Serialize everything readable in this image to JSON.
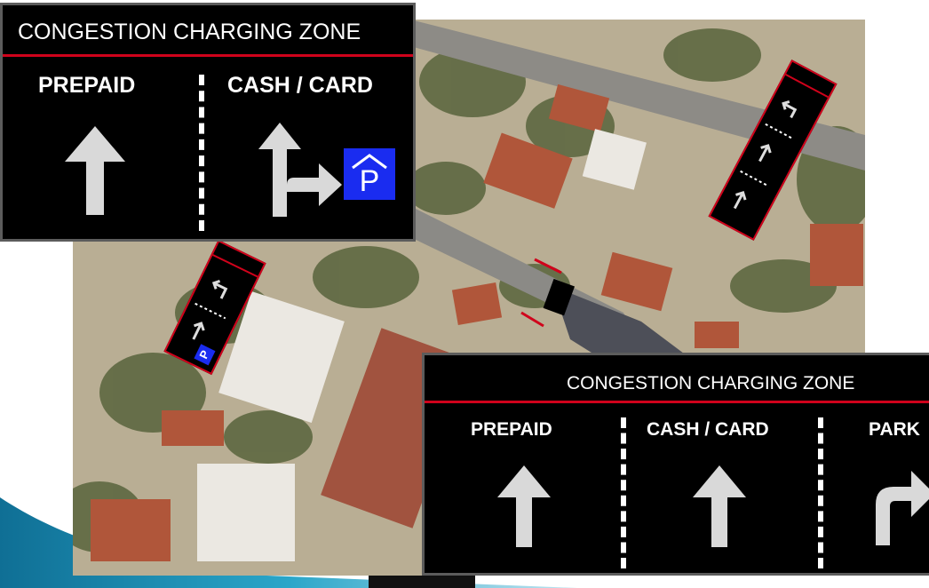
{
  "sign_top": {
    "title": "CONGESTION CHARGING ZONE",
    "lane_left": "PREPAID",
    "lane_right": "CASH / CARD",
    "parking_letter": "P"
  },
  "sign_bottom": {
    "title": "CONGESTION CHARGING ZONE",
    "lane_1": "PREPAID",
    "lane_2": "CASH / CARD",
    "lane_3": "PARK"
  },
  "mini_sign": {
    "parking_letter": "P"
  },
  "icons": [
    "arrow-straight-icon",
    "arrow-straight-right-icon",
    "arrow-right-turn-icon",
    "parking-icon"
  ],
  "colors": {
    "sign_background": "#000000",
    "border_red": "#d0021b",
    "parking_blue": "#1a2cf0",
    "arrow_gray": "#d9d9d9",
    "swoosh_teal": "#1e8fb4"
  }
}
